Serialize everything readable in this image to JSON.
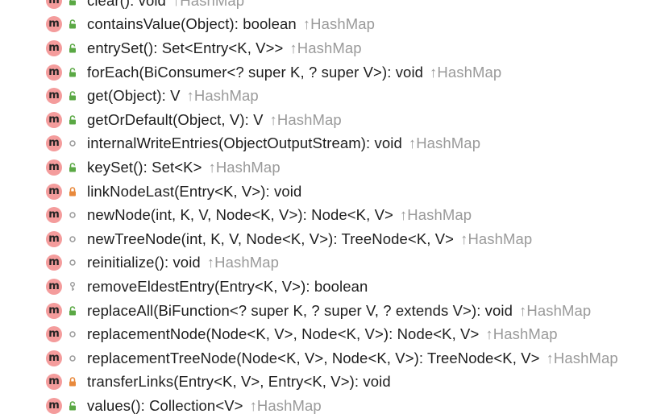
{
  "items": [
    {
      "signature": "clear(): void",
      "visibility": "public",
      "inherited": "↑HashMap"
    },
    {
      "signature": "containsValue(Object): boolean",
      "visibility": "public",
      "inherited": "↑HashMap"
    },
    {
      "signature": "entrySet(): Set<Entry<K, V>>",
      "visibility": "public",
      "inherited": "↑HashMap"
    },
    {
      "signature": "forEach(BiConsumer<? super K, ? super V>): void",
      "visibility": "public",
      "inherited": "↑HashMap"
    },
    {
      "signature": "get(Object): V",
      "visibility": "public",
      "inherited": "↑HashMap"
    },
    {
      "signature": "getOrDefault(Object, V): V",
      "visibility": "public",
      "inherited": "↑HashMap"
    },
    {
      "signature": "internalWriteEntries(ObjectOutputStream): void",
      "visibility": "package",
      "inherited": "↑HashMap"
    },
    {
      "signature": "keySet(): Set<K>",
      "visibility": "public",
      "inherited": "↑HashMap"
    },
    {
      "signature": "linkNodeLast(Entry<K, V>): void",
      "visibility": "private",
      "inherited": ""
    },
    {
      "signature": "newNode(int, K, V, Node<K, V>): Node<K, V>",
      "visibility": "package",
      "inherited": "↑HashMap"
    },
    {
      "signature": "newTreeNode(int, K, V, Node<K, V>): TreeNode<K, V>",
      "visibility": "package",
      "inherited": "↑HashMap"
    },
    {
      "signature": "reinitialize(): void",
      "visibility": "package",
      "inherited": "↑HashMap"
    },
    {
      "signature": "removeEldestEntry(Entry<K, V>): boolean",
      "visibility": "protected",
      "inherited": ""
    },
    {
      "signature": "replaceAll(BiFunction<? super K, ? super V, ? extends V>): void",
      "visibility": "public",
      "inherited": "↑HashMap"
    },
    {
      "signature": "replacementNode(Node<K, V>, Node<K, V>): Node<K, V>",
      "visibility": "package",
      "inherited": "↑HashMap"
    },
    {
      "signature": "replacementTreeNode(Node<K, V>, Node<K, V>): TreeNode<K, V>",
      "visibility": "package",
      "inherited": "↑HashMap"
    },
    {
      "signature": "transferLinks(Entry<K, V>, Entry<K, V>): void",
      "visibility": "private",
      "inherited": ""
    },
    {
      "signature": "values(): Collection<V>",
      "visibility": "public",
      "inherited": "↑HashMap"
    }
  ],
  "method_icon_letter": "m",
  "colors": {
    "method_badge": "#f49c9c",
    "public_lock": "#5aa844",
    "private_lock": "#e8893c",
    "package_dot": "#9a9a9a",
    "inherited_text": "#9a9a9a"
  }
}
